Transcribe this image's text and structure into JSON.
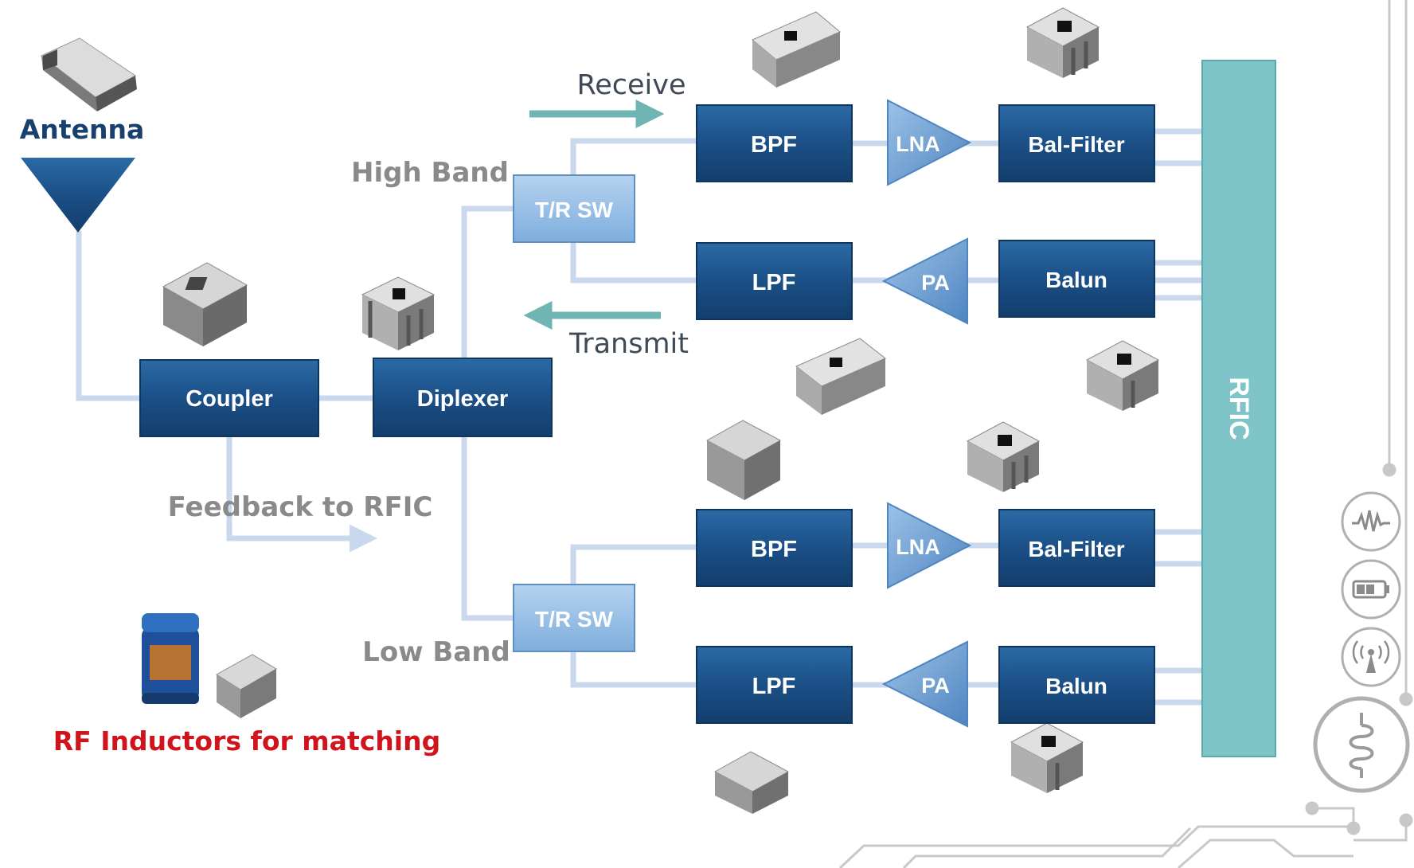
{
  "labels": {
    "antenna": "Antenna",
    "receive": "Receive",
    "transmit": "Transmit",
    "high_band": "High Band",
    "low_band": "Low Band",
    "feedback": "Feedback to RFIC",
    "rf_inductors": "RF Inductors for matching"
  },
  "blocks": {
    "coupler": "Coupler",
    "diplexer": "Diplexer",
    "tr_sw_high": "T/R SW",
    "tr_sw_low": "T/R SW",
    "bpf_high": "BPF",
    "lpf_high": "LPF",
    "bpf_low": "BPF",
    "lpf_low": "LPF",
    "lna_high": "LNA",
    "pa_high": "PA",
    "lna_low": "LNA",
    "pa_low": "PA",
    "bal_filter_high": "Bal-Filter",
    "balun_high": "Balun",
    "bal_filter_low": "Bal-Filter",
    "balun_low": "Balun",
    "rfic": "RFIC"
  },
  "colors": {
    "block_dark": "#1b4f86",
    "block_light": "#8fb8e0",
    "amp": "#6f9fd2",
    "rfic": "#7fc4c8",
    "line": "#c9d8ec",
    "arrow_teal": "#6fb5b4",
    "label_gray": "#8a8a8a",
    "label_red": "#d0141d",
    "label_navy": "#17406e"
  },
  "icons": [
    "waveform-icon",
    "battery-icon",
    "antenna-signal-icon",
    "inductor-coil-icon"
  ]
}
